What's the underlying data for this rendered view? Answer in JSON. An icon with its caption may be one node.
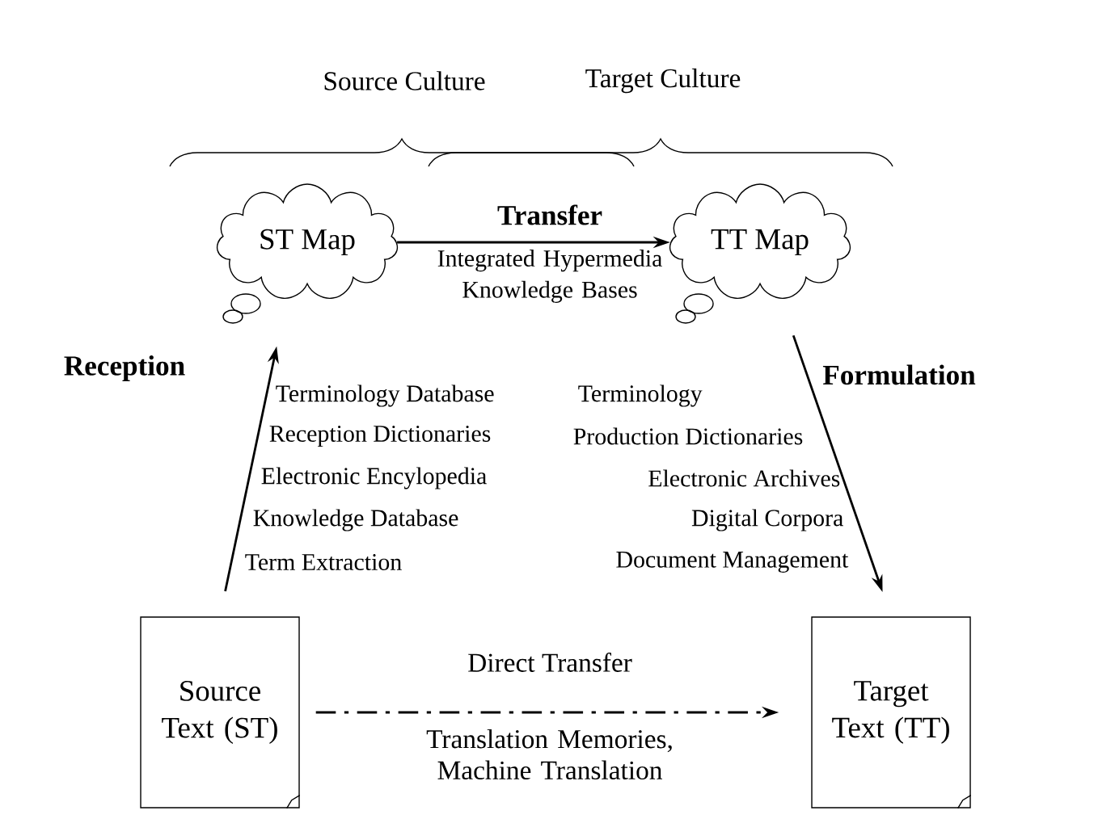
{
  "diagram": {
    "nodes": [
      {
        "text": [
          "ST Map"
        ]
      },
      {
        "text": [
          "TT Map"
        ]
      },
      {
        "text": [
          "Source Text (ST)"
        ]
      },
      {
        "text": [
          "Target Text (TT)"
        ]
      }
    ],
    "edges": [
      {
        "from": 0,
        "to": 1,
        "arrow": "to",
        "label": "Transfer"
      },
      {
        "from": 2,
        "to": 0,
        "arrow": "to",
        "label": "Reception"
      },
      {
        "from": 1,
        "to": 3,
        "arrow": "to",
        "label": "Formulation"
      },
      {
        "from": 2,
        "to": 3,
        "arrow": "to",
        "label": "Direct Transfer",
        "style": "dashed"
      }
    ],
    "labels": [
      "Source Culture",
      "Target Culture",
      "Integrated Hypermedia Knowledge Bases",
      "Terminology Database",
      "Reception Dictionaries",
      "Electronic Encylopedia",
      "Knowledge Database",
      "Term Extraction",
      "Terminology",
      "Production Dictionaries",
      "Electronic Archives",
      "Digital Corpora",
      "Document Management",
      "Translation Memories, Machine Translation"
    ]
  }
}
